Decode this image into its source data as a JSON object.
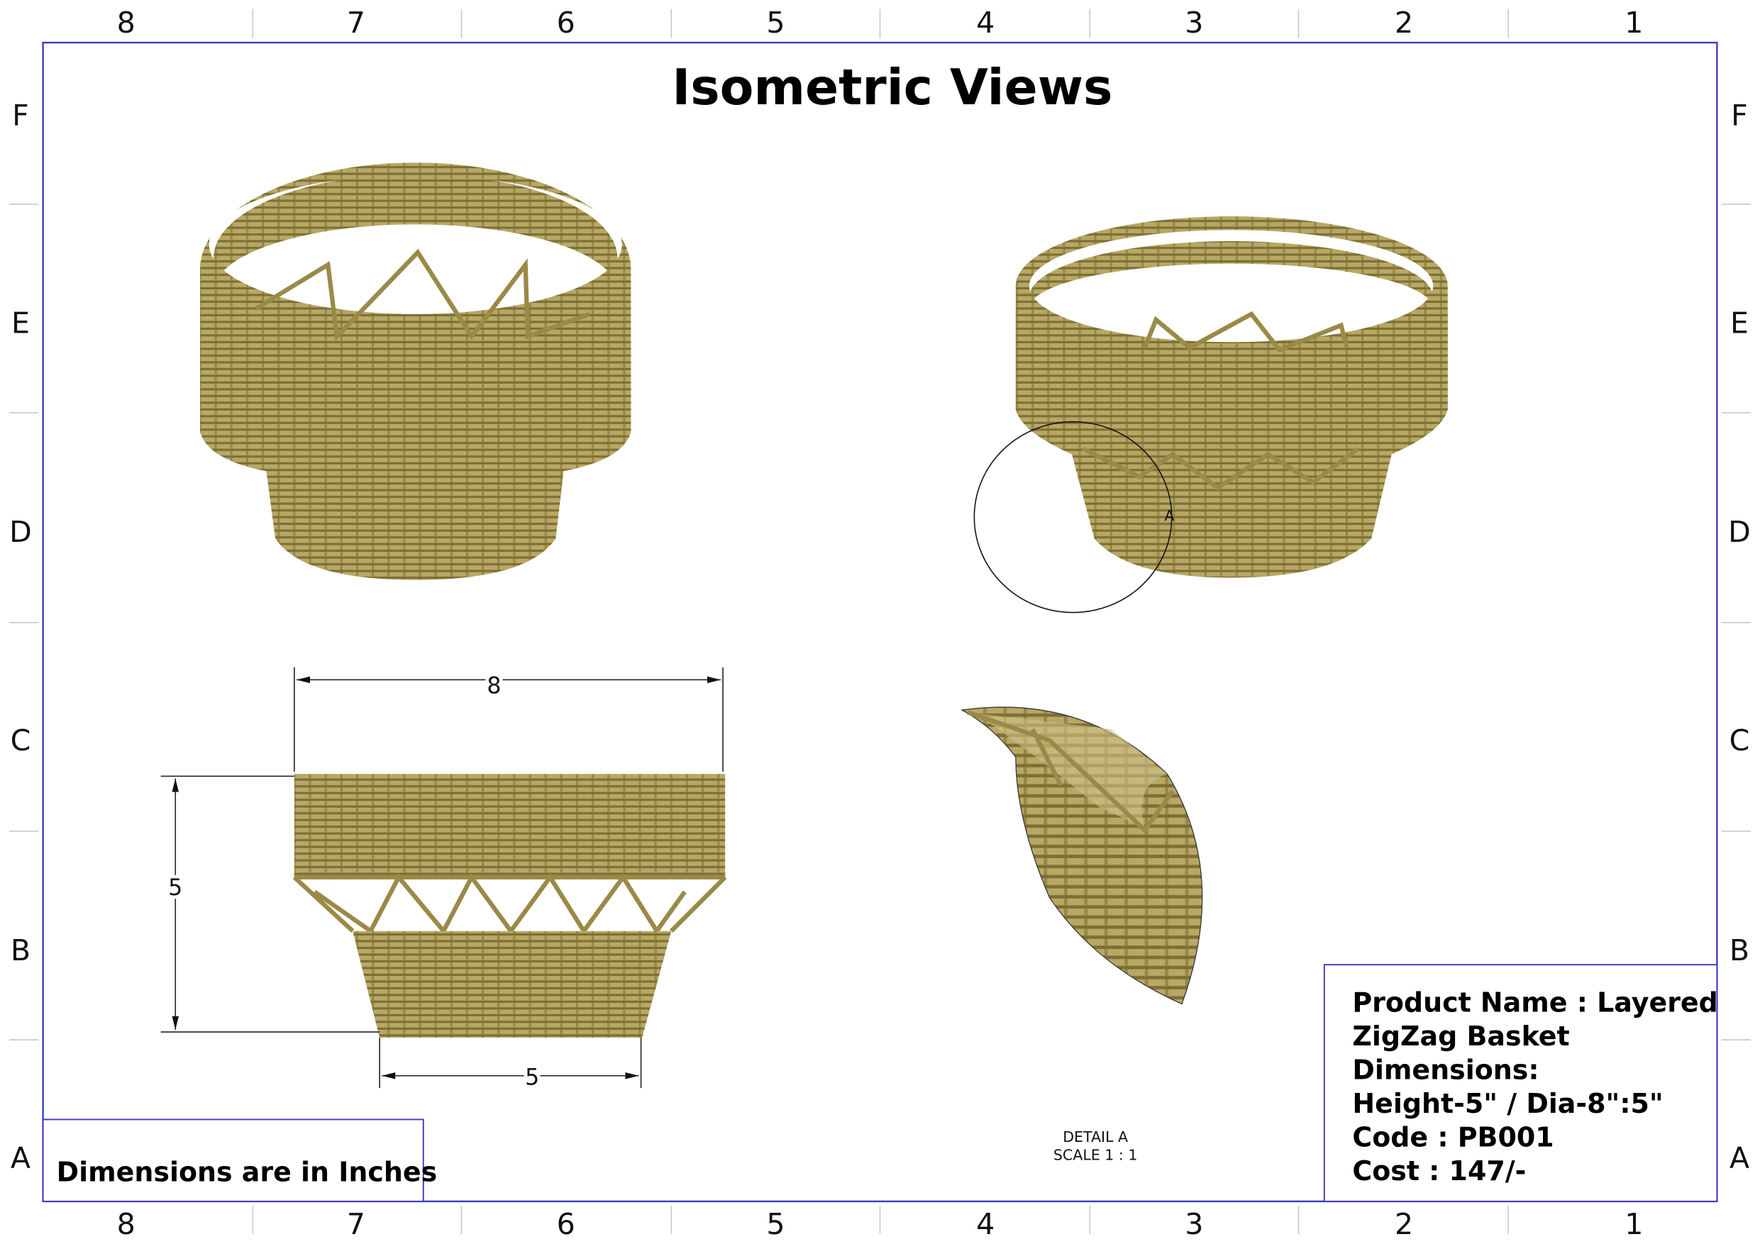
{
  "sheet": {
    "title": "Isometric Views",
    "columns_top": [
      "8",
      "7",
      "6",
      "5",
      "4",
      "3",
      "2",
      "1"
    ],
    "columns_bottom": [
      "8",
      "7",
      "6",
      "5",
      "4",
      "3",
      "2",
      "1"
    ],
    "rows_left": [
      "F",
      "E",
      "D",
      "C",
      "B",
      "A"
    ],
    "rows_right": [
      "F",
      "E",
      "D",
      "C",
      "B",
      "A"
    ]
  },
  "dimensions": {
    "top_diameter": "8",
    "height": "5",
    "base_diameter": "5"
  },
  "detail": {
    "callout_letter": "A",
    "label": "DETAIL A",
    "scale": "SCALE 1 : 1"
  },
  "note": "Dimensions are in Inches",
  "title_block": {
    "lines": [
      "Product Name : Layered",
      "ZigZag Basket",
      "Dimensions:",
      "Height-5\" / Dia-8\":5\"",
      "Code : PB001",
      "Cost : 147/-"
    ]
  },
  "colors": {
    "border": "#3a3ac0",
    "basket_light": "#b8a866",
    "basket_dark": "#7d6f35"
  }
}
